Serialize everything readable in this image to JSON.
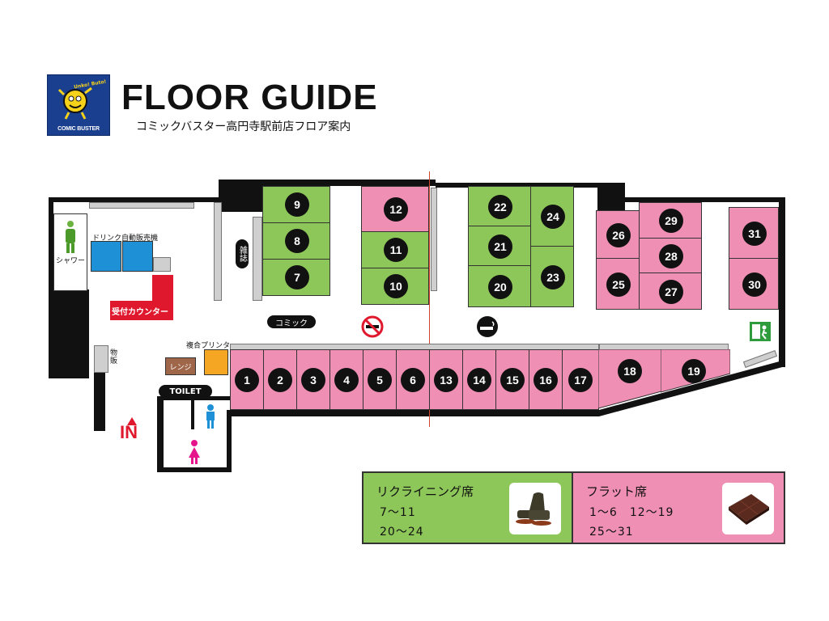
{
  "header": {
    "logo_text": "COMIC BUSTER",
    "logo_tagline": "Unko! Buto!",
    "title": "FLOOR GUIDE",
    "subtitle": "コミックバスター高円寺駅前店フロア案内"
  },
  "labels": {
    "shower": "シャワー",
    "vending": "ドリンク自動販売機",
    "reception": "受付カウンター",
    "magazines": "雑誌",
    "comics": "コミック",
    "printer": "複合プリンター",
    "microwave": "レンジ",
    "storage": "物販",
    "toilet": "TOILET",
    "entrance": "IN"
  },
  "seats": {
    "green": [
      "9",
      "8",
      "7",
      "11",
      "10",
      "22",
      "21",
      "20",
      "24",
      "23"
    ],
    "pink": [
      "12",
      "26",
      "25",
      "29",
      "28",
      "27",
      "31",
      "30",
      "1",
      "2",
      "3",
      "4",
      "5",
      "6",
      "13",
      "14",
      "15",
      "16",
      "17",
      "18",
      "19"
    ]
  },
  "legend": {
    "recliner": {
      "title": "リクライニング席",
      "line1": "7～11",
      "line2": "20～24"
    },
    "flat": {
      "title": "フラット席",
      "line1": "1～6　12～19",
      "line2": "25～31"
    }
  },
  "colors": {
    "recliner": "#8ec759",
    "flat": "#ef8fb3",
    "reception": "#e0182d",
    "vending": "#1e90d6",
    "logo": "#1a3f8f",
    "exit": "#2e9b3c"
  }
}
